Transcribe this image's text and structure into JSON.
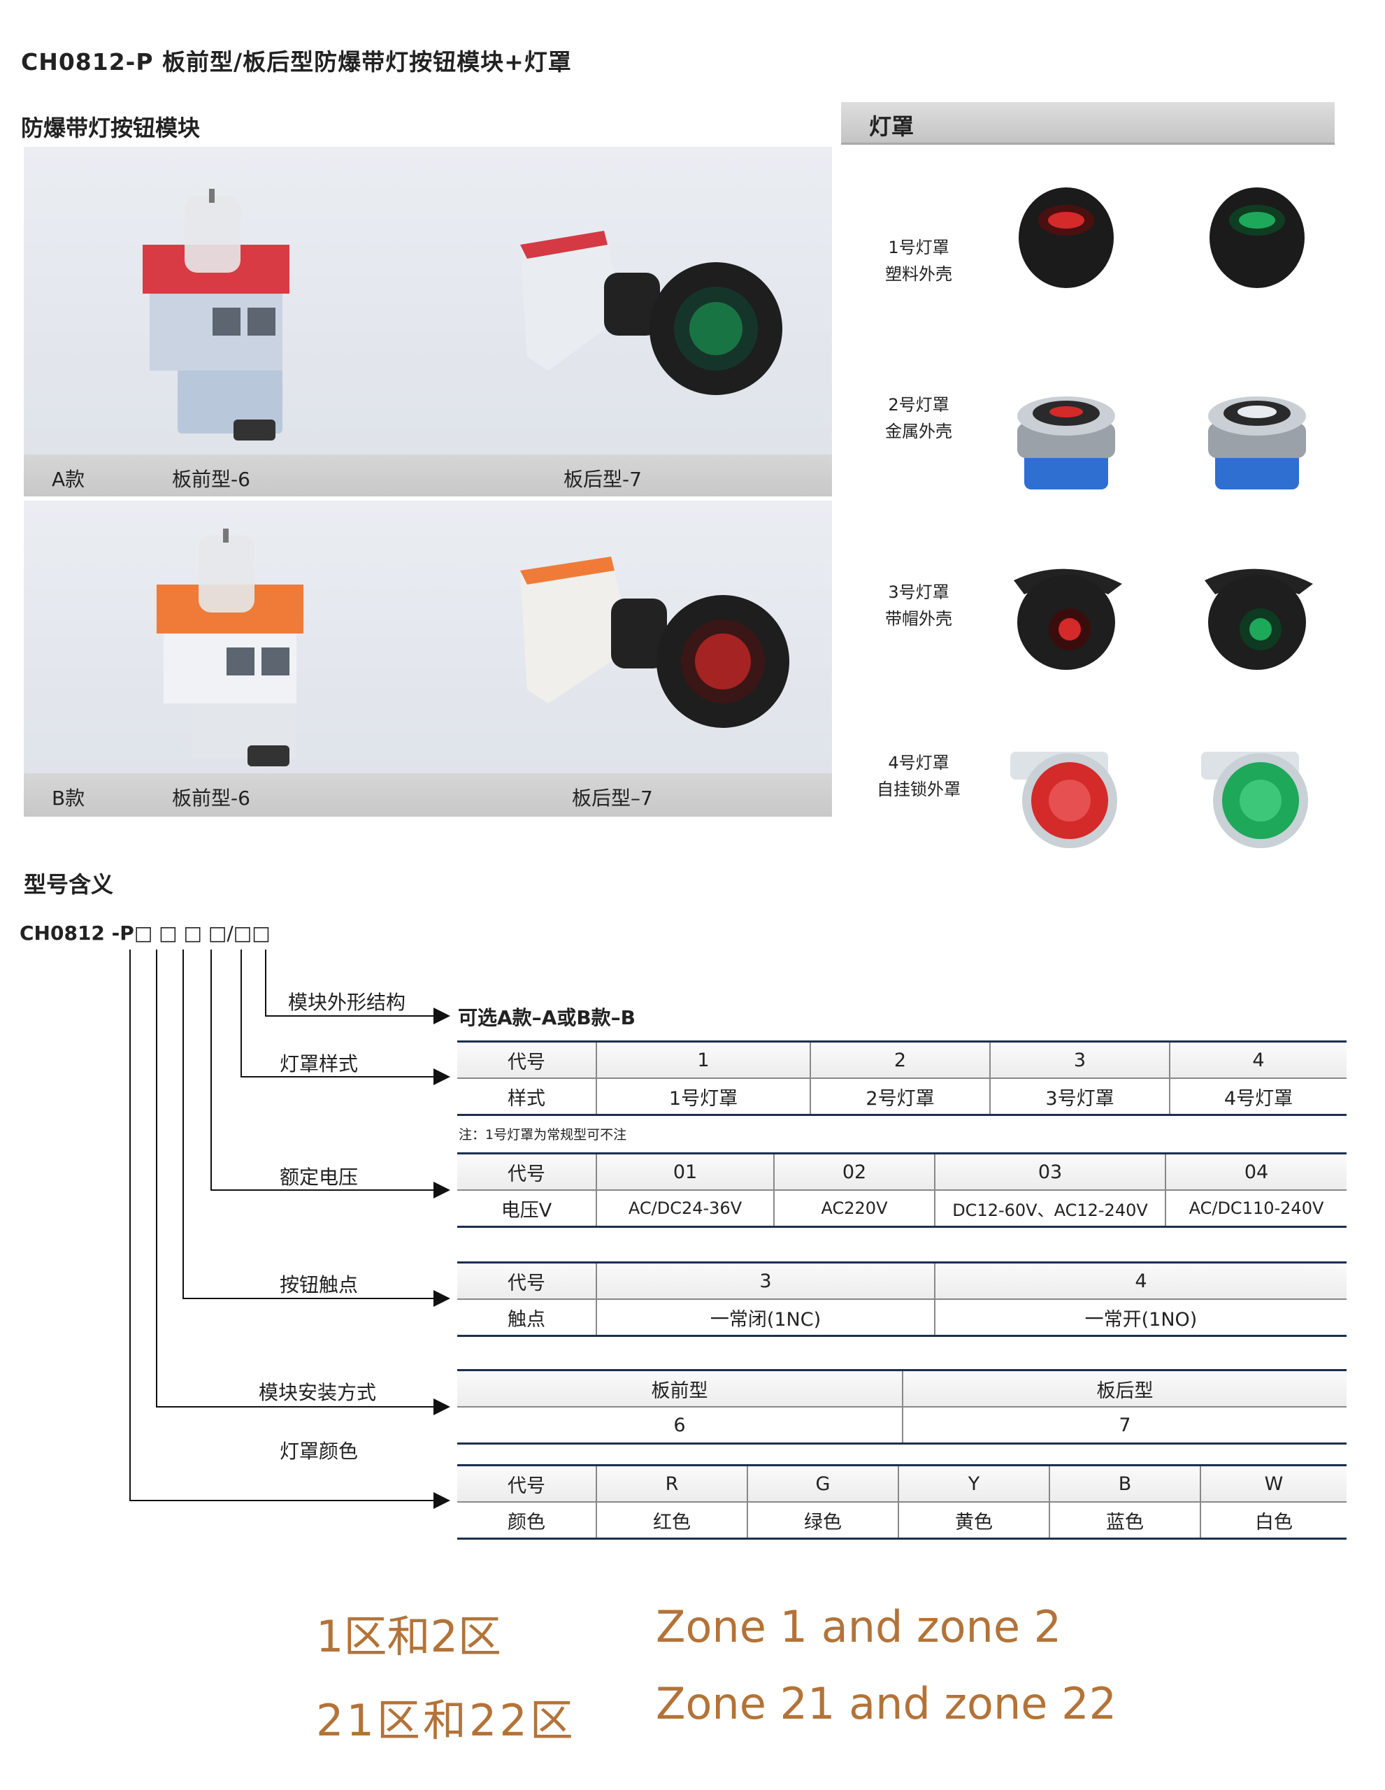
{
  "title": "CH0812-P 板前型/板后型防爆带灯按钮模块+灯罩",
  "module_section": {
    "heading": "防爆带灯按钮模块",
    "rows": [
      {
        "style": "A款",
        "front": "板前型-6",
        "rear": "板后型-7"
      },
      {
        "style": "B款",
        "front": "板前型-6",
        "rear": "板后型–7"
      }
    ]
  },
  "cap_section": {
    "heading": "灯罩",
    "items": [
      {
        "line1": "1号灯罩",
        "line2": "塑料外壳"
      },
      {
        "line1": "2号灯罩",
        "line2": "金属外壳"
      },
      {
        "line1": "3号灯罩",
        "line2": "带帽外壳"
      },
      {
        "line1": "4号灯罩",
        "line2": "自挂锁外罩"
      }
    ]
  },
  "model_meaning": {
    "heading": "型号含义",
    "code_prefix": "CH0812 -P",
    "boxes": "□ □ □ □/□□",
    "branches": {
      "structure": "模块外形结构",
      "cap_style": "灯罩样式",
      "voltage": "额定电压",
      "contact": "按钮触点",
      "mounting": "模块安装方式",
      "color": "灯罩颜色"
    },
    "structure_option": "可选A款–A或B款–B",
    "note": "注：1号灯罩为常规型可不注"
  },
  "tables": {
    "cap_style": {
      "rows": [
        [
          "代号",
          "1",
          "2",
          "3",
          "4"
        ],
        [
          "样式",
          "1号灯罩",
          "2号灯罩",
          "3号灯罩",
          "4号灯罩"
        ]
      ]
    },
    "voltage": {
      "rows": [
        [
          "代号",
          "01",
          "02",
          "03",
          "04"
        ],
        [
          "电压V",
          "AC/DC24-36V",
          "AC220V",
          "DC12-60V、AC12-240V",
          "AC/DC110-240V"
        ]
      ]
    },
    "contact": {
      "rows": [
        [
          "代号",
          "3",
          "4"
        ],
        [
          "触点",
          "一常闭(1NC)",
          "一常开(1NO)"
        ]
      ]
    },
    "mounting": {
      "rows": [
        [
          "板前型",
          "板后型"
        ],
        [
          "6",
          "7"
        ]
      ]
    },
    "color": {
      "rows": [
        [
          "代号",
          "R",
          "G",
          "Y",
          "B",
          "W"
        ],
        [
          "颜色",
          "红色",
          "绿色",
          "黄色",
          "蓝色",
          "白色"
        ]
      ]
    }
  },
  "zones": {
    "cn1": "1区和2区",
    "en1": "Zone 1 and zone 2",
    "cn2": "21区和22区",
    "en2": "Zone 21 and zone 22"
  },
  "colors": {
    "accent_orange": "#b37338",
    "table_rule": "#1c2f4f",
    "red_lamp": "#d42a2a",
    "green_lamp": "#1ea85a"
  }
}
